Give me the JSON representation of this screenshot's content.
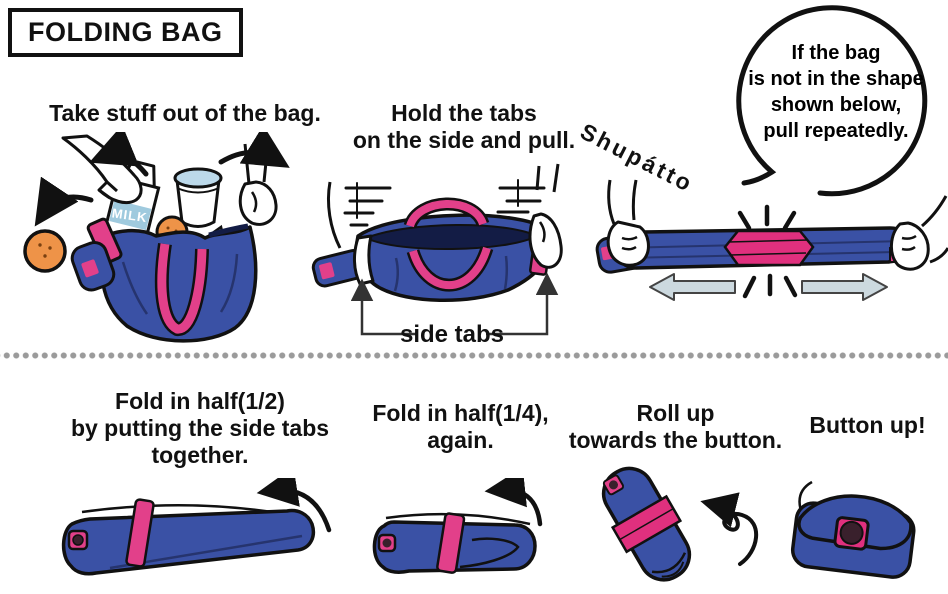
{
  "title": "FOLDING BAG",
  "brand": "Shupátto",
  "speech_bubble": {
    "line1": "If the bag",
    "line2": "is not in the shape",
    "line3": "shown below,",
    "line4": "pull repeatedly."
  },
  "top_steps": {
    "step1": {
      "caption": "Take stuff out of the bag."
    },
    "step2": {
      "caption_line1": "Hold the tabs",
      "caption_line2": "on the side and pull.",
      "side_tabs_label": "side tabs"
    }
  },
  "bottom_steps": {
    "step4": {
      "line1": "Fold in half(1/2)",
      "line2": "by putting the side tabs",
      "line3": "together."
    },
    "step5": {
      "line1": "Fold in half(1/4),",
      "line2": "again."
    },
    "step6": {
      "line1": "Roll up",
      "line2": "towards the button."
    },
    "step7": {
      "line1": "Button up!"
    }
  },
  "labels": {
    "milk": "MILK"
  },
  "colors": {
    "bag_blue": "#3a51a5",
    "bag_navy": "#131c45",
    "accent_pink": "#e2408a",
    "deep_pink": "#e0307e",
    "orange": "#ee9348",
    "milk_blue": "#9fcade",
    "cheese_yellow": "#f0e59a",
    "pull_arrow_gray": "#ccd9df",
    "separator_dot_gray": "#9b9b9b",
    "outline_black": "#111111"
  }
}
